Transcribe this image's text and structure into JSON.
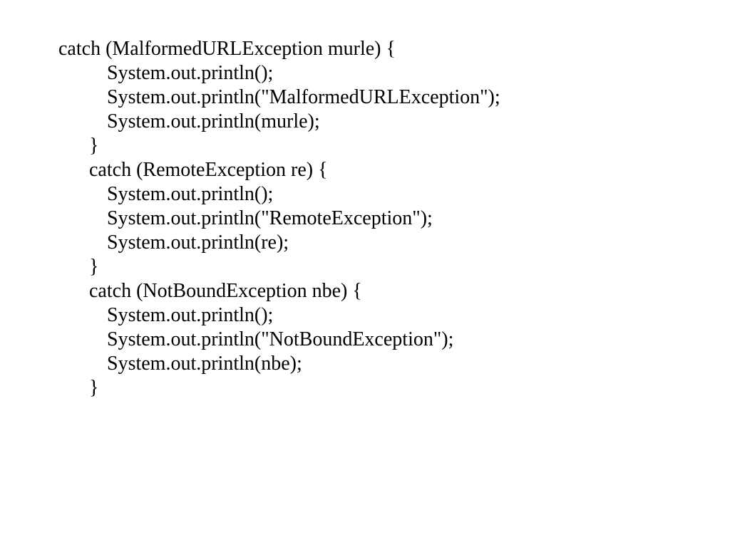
{
  "slide": {
    "background_color": "#ffffff",
    "text_color": "#000000",
    "language": "java",
    "code_lines": [
      {
        "text": "catch (MalformedURLException murle) {",
        "indent": 0
      },
      {
        "text": "System.out.println();",
        "indent": 2
      },
      {
        "text": "System.out.println(\"MalformedURLException\");",
        "indent": 2
      },
      {
        "text": "System.out.println(murle);",
        "indent": 2
      },
      {
        "text": "}",
        "indent": 1
      },
      {
        "text": "catch (RemoteException re) {",
        "indent": 1
      },
      {
        "text": "System.out.println();",
        "indent": 2
      },
      {
        "text": "System.out.println(\"RemoteException\");",
        "indent": 2
      },
      {
        "text": "System.out.println(re);",
        "indent": 2
      },
      {
        "text": "}",
        "indent": 1
      },
      {
        "text": "catch (NotBoundException nbe) {",
        "indent": 1
      },
      {
        "text": "System.out.println();",
        "indent": 2
      },
      {
        "text": "System.out.println(\"NotBoundException\");",
        "indent": 2
      },
      {
        "text": "System.out.println(nbe);",
        "indent": 2
      },
      {
        "text": "}",
        "indent": 1
      }
    ]
  }
}
